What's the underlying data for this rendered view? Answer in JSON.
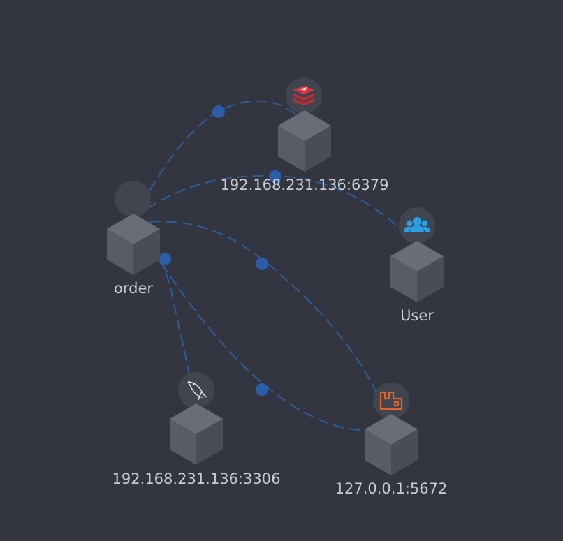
{
  "colors": {
    "background": "#333640",
    "link": "#2c5d9c",
    "redis": "#e2343f",
    "user": "#2a9fe6",
    "rabbitmq": "#e0652a",
    "mysql": "#e9ebf0"
  },
  "nodes": [
    {
      "id": "order",
      "label": "order",
      "icon": "none"
    },
    {
      "id": "redis",
      "label": "192.168.231.136:6379",
      "icon": "redis-icon"
    },
    {
      "id": "user",
      "label": "User",
      "icon": "users-icon"
    },
    {
      "id": "mysql",
      "label": "192.168.231.136:3306",
      "icon": "mysql-icon"
    },
    {
      "id": "rabbitmq",
      "label": "127.0.0.1:5672",
      "icon": "rabbitmq-icon"
    }
  ],
  "links": [
    {
      "from": "order",
      "to": "redis"
    },
    {
      "from": "order",
      "to": "user"
    },
    {
      "from": "order",
      "to": "rabbitmq"
    },
    {
      "from": "order",
      "to": "mysql"
    },
    {
      "from": "rabbitmq",
      "to": "order"
    }
  ]
}
